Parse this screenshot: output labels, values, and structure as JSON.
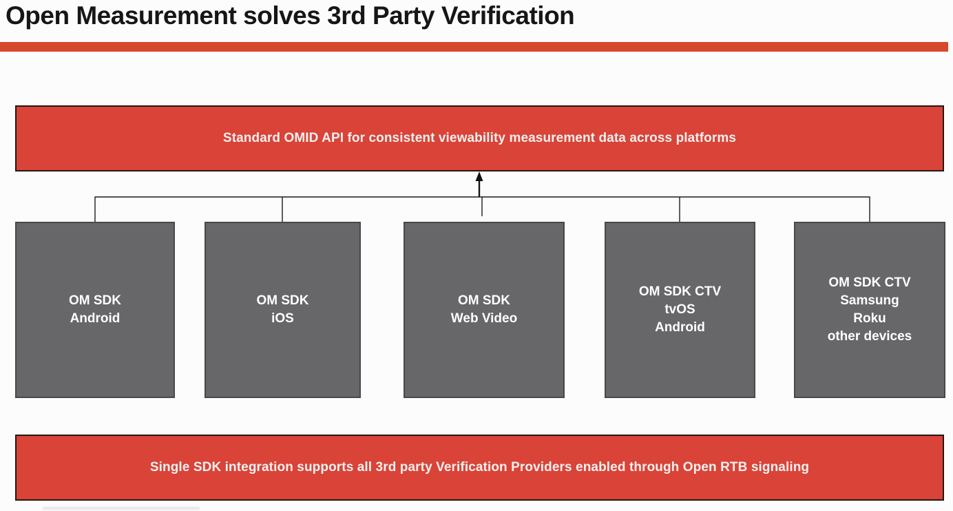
{
  "title": "Open Measurement solves 3rd Party Verification",
  "top_banner": {
    "text": "Standard OMID API for consistent viewability measurement data across platforms"
  },
  "sdk_boxes": [
    {
      "label": "OM SDK\nAndroid"
    },
    {
      "label": "OM SDK\niOS"
    },
    {
      "label": "OM SDK\nWeb Video"
    },
    {
      "label": "OM SDK CTV\ntvOS\nAndroid"
    },
    {
      "label": "OM SDK CTV\nSamsung\nRoku\nother devices"
    }
  ],
  "bottom_banner": {
    "text": "Single SDK integration supports all 3rd party Verification Providers enabled through Open RTB signaling"
  },
  "colors": {
    "title_text": "#161616",
    "divider_orange": "#d5492c",
    "banner_red": "#d94338",
    "banner_border": "#241712",
    "banner_text": "#f6f1ef",
    "box_gray": "#67676a",
    "box_border": "#48484a",
    "box_text": "#ffffff",
    "connector_line": "#1a1a1a"
  }
}
